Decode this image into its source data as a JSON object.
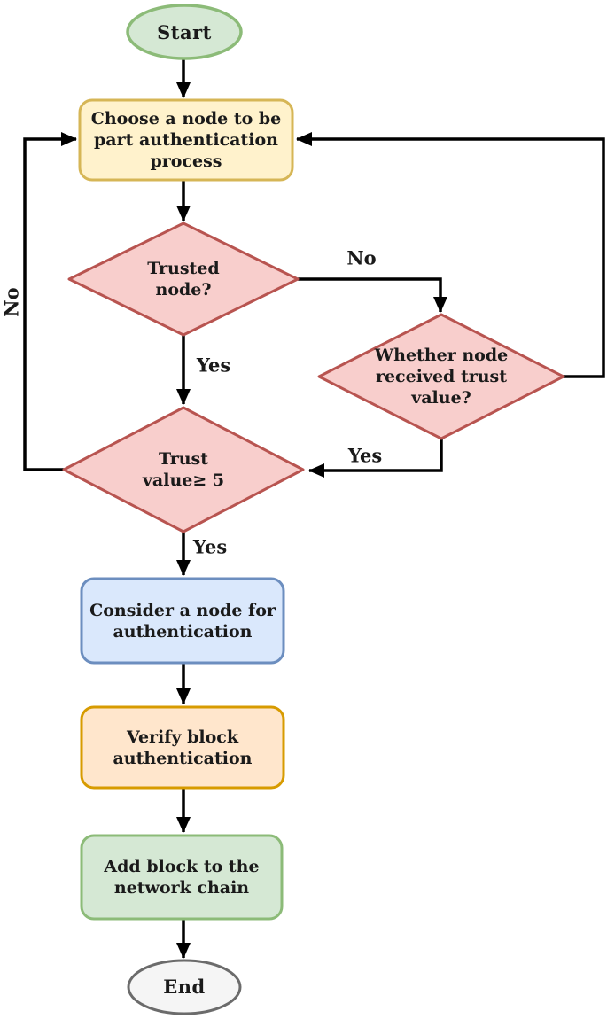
{
  "diagram": {
    "type": "flowchart",
    "nodes": {
      "start": {
        "label": "Start",
        "shape": "ellipse",
        "fill": "#d5e8d4",
        "stroke": "#8cbb78"
      },
      "choose": {
        "label": "Choose a node to be\npart authentication\nprocess",
        "shape": "rounded-rect",
        "fill": "#fff2cc",
        "stroke": "#d6b656"
      },
      "trusted": {
        "label": "Trusted\nnode?",
        "shape": "diamond",
        "fill": "#f8cecc",
        "stroke": "#b85450"
      },
      "received": {
        "label": "Whether node\nreceived trust\nvalue?",
        "shape": "diamond",
        "fill": "#f8cecc",
        "stroke": "#b85450"
      },
      "trust_value": {
        "label": "Trust\nvalue≥ 5",
        "shape": "diamond",
        "fill": "#f8cecc",
        "stroke": "#b85450"
      },
      "consider": {
        "label": "Consider a node for\nauthentication",
        "shape": "rounded-rect",
        "fill": "#dae8fc",
        "stroke": "#6c8ebf"
      },
      "verify": {
        "label": "Verify block\nauthentication",
        "shape": "rounded-rect",
        "fill": "#ffe6cc",
        "stroke": "#d79b00"
      },
      "add_block": {
        "label": "Add block to the\nnetwork chain",
        "shape": "rounded-rect",
        "fill": "#d5e8d4",
        "stroke": "#8cbb78"
      },
      "end": {
        "label": "End",
        "shape": "ellipse",
        "fill": "#f5f5f5",
        "stroke": "#6b6b6b"
      }
    },
    "edge_labels": {
      "trusted_no": "No",
      "trusted_yes": "Yes",
      "received_yes": "Yes",
      "trust_no": "No",
      "trust_yes": "Yes"
    },
    "line_color": "#000000",
    "text_color": "#1a1a1a"
  }
}
